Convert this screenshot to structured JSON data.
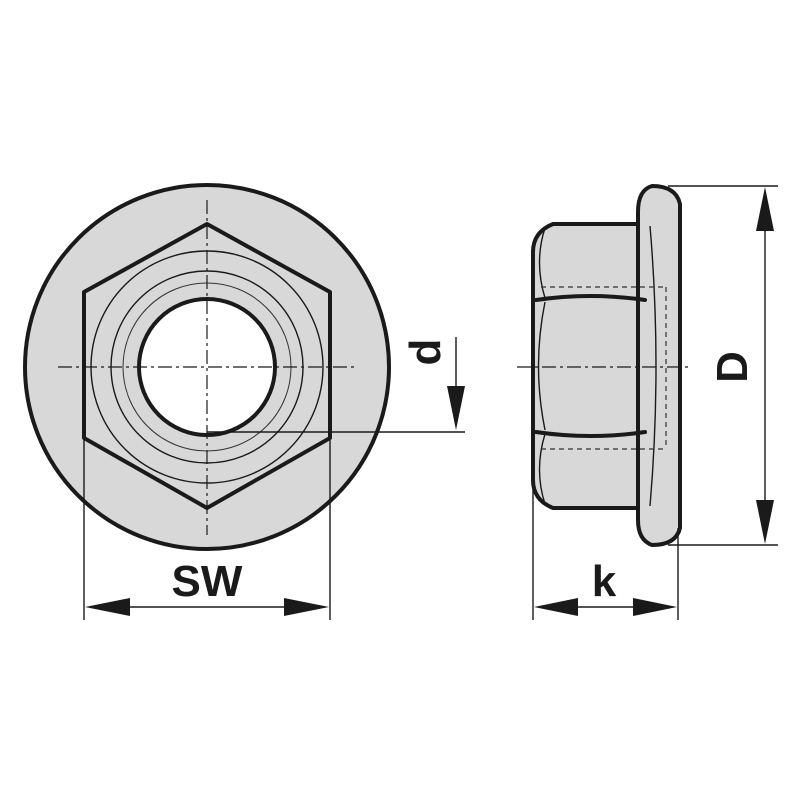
{
  "labels": {
    "sw": "SW",
    "d": "d",
    "D": "D",
    "k": "k"
  },
  "colors": {
    "fill": "#d8d8d8",
    "stroke": "#1a1a1a",
    "background": "#ffffff"
  }
}
